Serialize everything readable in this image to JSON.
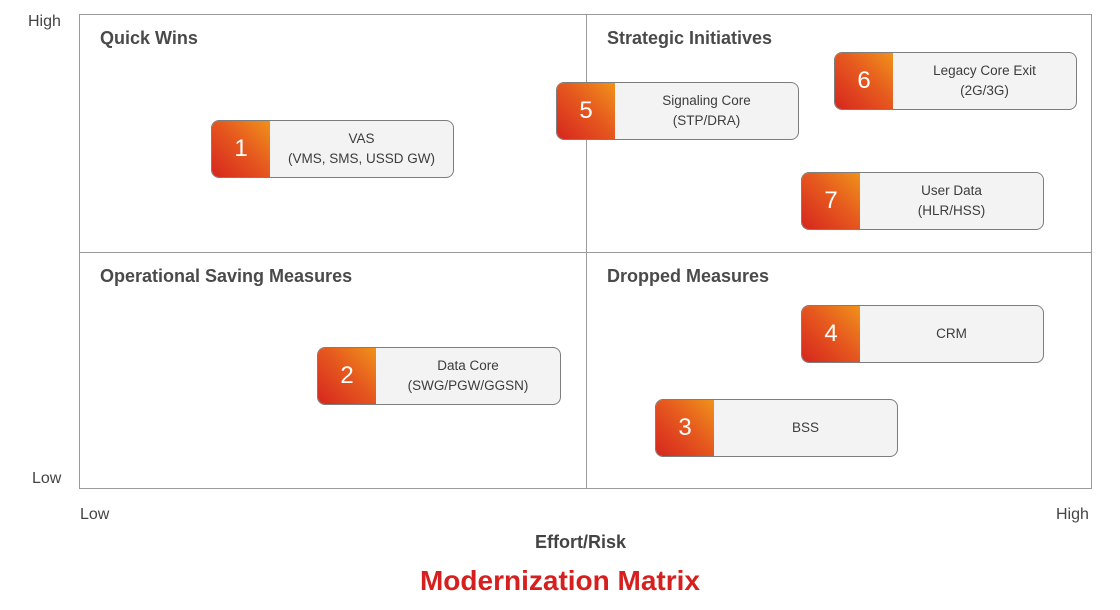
{
  "axes": {
    "y_high": "High",
    "y_low": "Low",
    "x_low": "Low",
    "x_high": "High",
    "x_title": "Effort/Risk"
  },
  "title": "Modernization Matrix",
  "quadrants": {
    "top_left": "Quick Wins",
    "top_right": "Strategic Initiatives",
    "bottom_left": "Operational Saving Measures",
    "bottom_right": "Dropped Measures"
  },
  "items": {
    "vas": {
      "number": "1",
      "line1": "VAS",
      "line2": "(VMS, SMS, USSD GW)"
    },
    "data_core": {
      "number": "2",
      "line1": "Data Core",
      "line2": "(SWG/PGW/GGSN)"
    },
    "bss": {
      "number": "3",
      "line1": "BSS"
    },
    "crm": {
      "number": "4",
      "line1": "CRM"
    },
    "signaling_core": {
      "number": "5",
      "line1": "Signaling Core",
      "line2": "(STP/DRA)"
    },
    "legacy_core_exit": {
      "number": "6",
      "line1": "Legacy Core Exit",
      "line2": "(2G/3G)"
    },
    "user_data": {
      "number": "7",
      "line1": "User Data",
      "line2": "(HLR/HSS)"
    }
  },
  "colors": {
    "title": "#d6201f",
    "badge_gradient_start": "#f0921a",
    "badge_gradient_end": "#d6261e",
    "card_background": "#f3f3f3",
    "grid_line": "#9a9a9a"
  }
}
